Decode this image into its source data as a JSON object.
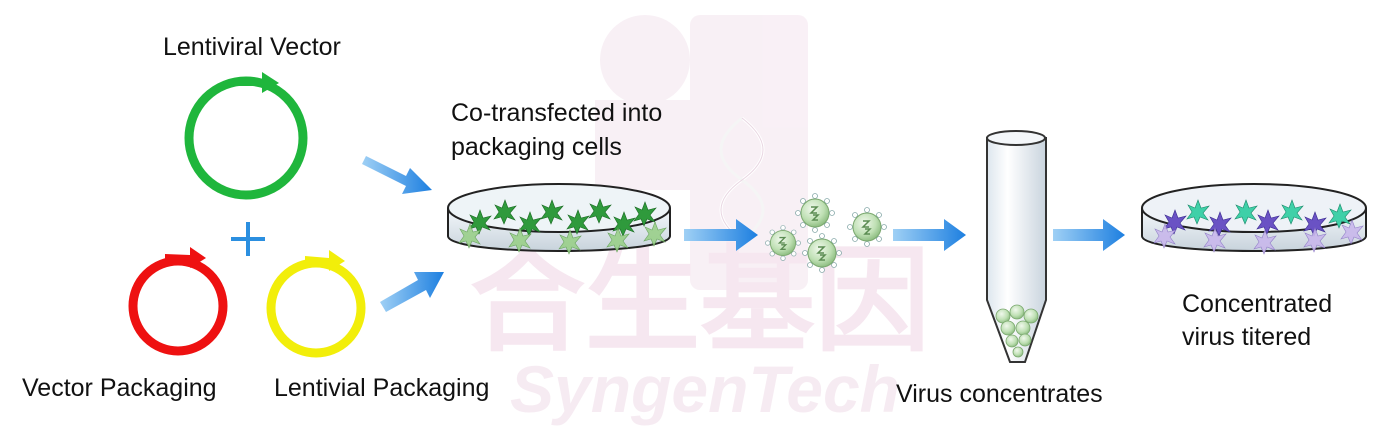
{
  "labels": {
    "lentiviral_vector": "Lentiviral Vector",
    "vector_packaging": "Vector Packaging",
    "lentivial_packaging": "Lentivial Packaging",
    "cotransfected_line1": "Co-transfected into",
    "cotransfected_line2": "packaging cells",
    "virus_concentrates": "Virus concentrates",
    "concentrated_line1": "Concentrated",
    "concentrated_line2": "virus titered"
  },
  "watermark": {
    "cn": "合生基因",
    "en": "SyngenTech"
  },
  "colors": {
    "plasmid_lentiviral": "#1fb63c",
    "plasmid_vector_packaging": "#ee1111",
    "plasmid_lentivial_packaging": "#f2ee0a",
    "plus": "#2b8fe0",
    "arrow": "#2f8fe6",
    "watermark": "#f2dcea"
  }
}
